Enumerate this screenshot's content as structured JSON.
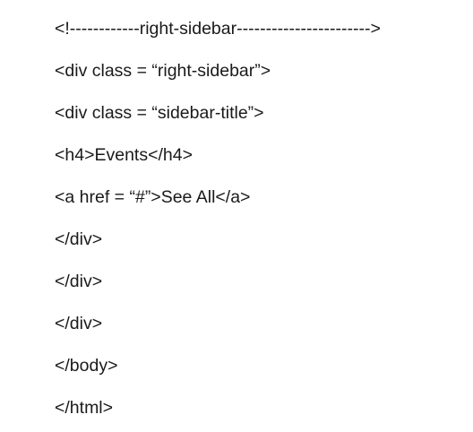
{
  "document": {
    "lines": [
      "<!------------right-sidebar----------------------->",
      "<div class = “right-sidebar”>",
      "<div class = “sidebar-title”>",
      "<h4>Events</h4>",
      "<a href = “#”>See All</a>",
      "</div>",
      "</div>",
      "</div>",
      "</body>",
      "</html>"
    ]
  }
}
